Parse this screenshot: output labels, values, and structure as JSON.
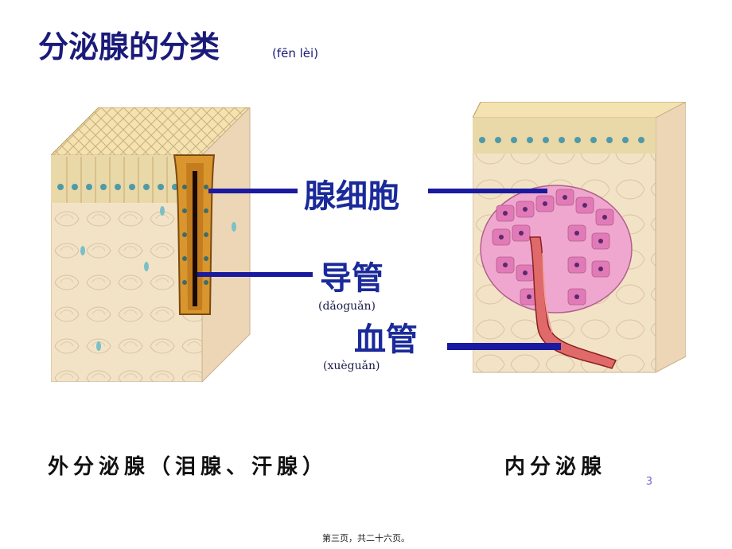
{
  "title": "分泌腺的分类",
  "title_pinyin": "(fēn lèi)",
  "labels": {
    "gland_cell": "腺细胞",
    "duct": "导管",
    "duct_pinyin": "(dǎoguǎn)",
    "blood_vessel": "血管",
    "blood_vessel_pinyin": "(xuèguǎn)"
  },
  "captions": {
    "exocrine": "外分泌腺（泪腺、汗腺）",
    "endocrine": "内分泌腺"
  },
  "page_number": "3",
  "footer": "第三页，共二十六页。",
  "colors": {
    "title": "#1a1a7a",
    "label": "#1a2a9a",
    "pointer_line": "#1a1aa0",
    "gland_cell_fill": "#e58ac0",
    "tissue": "#f3e3c6"
  }
}
